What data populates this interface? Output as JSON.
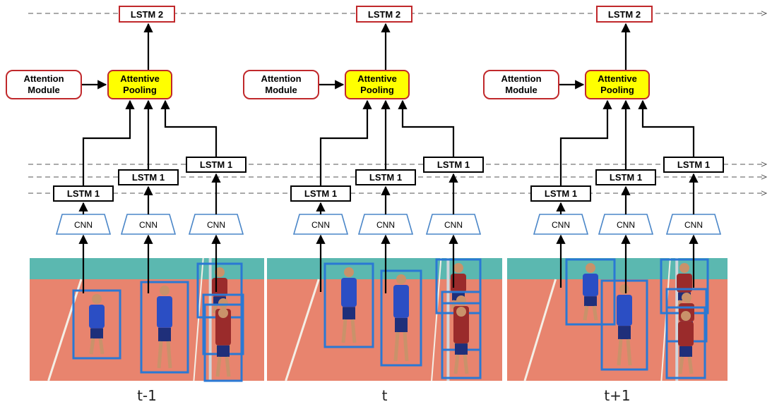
{
  "colors": {
    "lstm2_border": "#c0282b",
    "pooling_fill": "#ffff00",
    "bbox": "#2a78d4",
    "cnn_border": "#4a86c8",
    "court": "#e8846e",
    "wall": "#5bb8b0"
  },
  "frames": [
    {
      "time_label": "t-1",
      "lstm2": "LSTM 2",
      "attention_module": "Attention\nModule",
      "attentive_pooling": "Attentive\nPooling",
      "players": [
        {
          "lstm1": "LSTM 1",
          "cnn": "CNN"
        },
        {
          "lstm1": "LSTM 1",
          "cnn": "CNN"
        },
        {
          "lstm1": "LSTM 1",
          "cnn": "CNN"
        }
      ]
    },
    {
      "time_label": "t",
      "lstm2": "LSTM 2",
      "attention_module": "Attention\nModule",
      "attentive_pooling": "Attentive\nPooling",
      "players": [
        {
          "lstm1": "LSTM 1",
          "cnn": "CNN"
        },
        {
          "lstm1": "LSTM 1",
          "cnn": "CNN"
        },
        {
          "lstm1": "LSTM 1",
          "cnn": "CNN"
        }
      ]
    },
    {
      "time_label": "t+1",
      "lstm2": "LSTM 2",
      "attention_module": "Attention\nModule",
      "attentive_pooling": "Attentive\nPooling",
      "players": [
        {
          "lstm1": "LSTM 1",
          "cnn": "CNN"
        },
        {
          "lstm1": "LSTM 1",
          "cnn": "CNN"
        },
        {
          "lstm1": "LSTM 1",
          "cnn": "CNN"
        }
      ]
    }
  ]
}
